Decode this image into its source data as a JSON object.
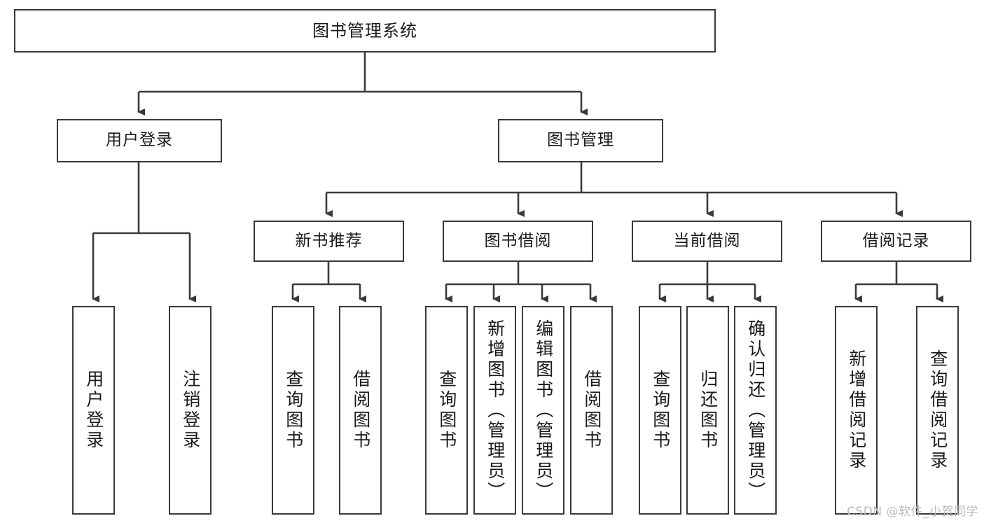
{
  "diagram": {
    "title": "图书管理系统",
    "watermark": "CSDN @软件_小贺同学",
    "stroke_color": "#3a3a3a",
    "text_color": "#1a1a1a",
    "background": "#ffffff"
  },
  "root": {
    "label": "图书管理系统"
  },
  "level2": [
    {
      "label": "用户登录"
    },
    {
      "label": "图书管理"
    }
  ],
  "level3": [
    {
      "label": "新书推荐"
    },
    {
      "label": "图书借阅"
    },
    {
      "label": "当前借阅"
    },
    {
      "label": "借阅记录"
    }
  ],
  "leaves": {
    "user_login": [
      {
        "label": "用户登录"
      },
      {
        "label": "注销登录"
      }
    ],
    "new_book": [
      {
        "label": "查询图书"
      },
      {
        "label": "借阅图书"
      }
    ],
    "book_borrow": [
      {
        "label": "查询图书"
      },
      {
        "label": "新增图书（管理员）"
      },
      {
        "label": "编辑图书（管理员）"
      },
      {
        "label": "借阅图书"
      }
    ],
    "current_borrow": [
      {
        "label": "查询图书"
      },
      {
        "label": "归还图书"
      },
      {
        "label": "确认归还（管理员）"
      }
    ],
    "borrow_record": [
      {
        "label": "新增借阅记录"
      },
      {
        "label": "查询借阅记录"
      }
    ]
  }
}
